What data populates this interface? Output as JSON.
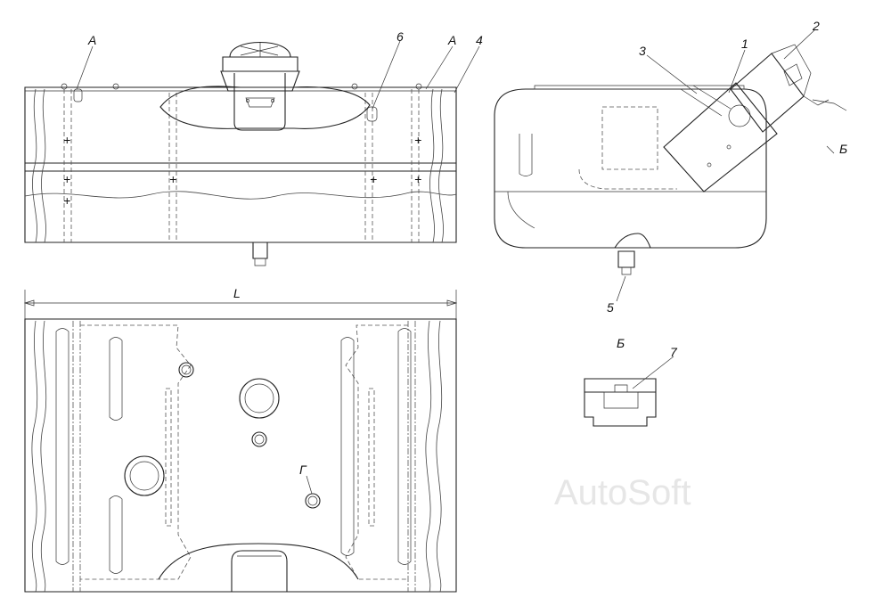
{
  "labels": {
    "a_left": "А",
    "a_right": "А",
    "n6": "6",
    "n4": "4",
    "n1": "1",
    "n2": "2",
    "n3": "3",
    "b_arrow": "Б",
    "n5": "5",
    "b_view": "Б",
    "n7": "7",
    "L": "L",
    "G": "Г"
  },
  "watermark": "AutoSoft"
}
